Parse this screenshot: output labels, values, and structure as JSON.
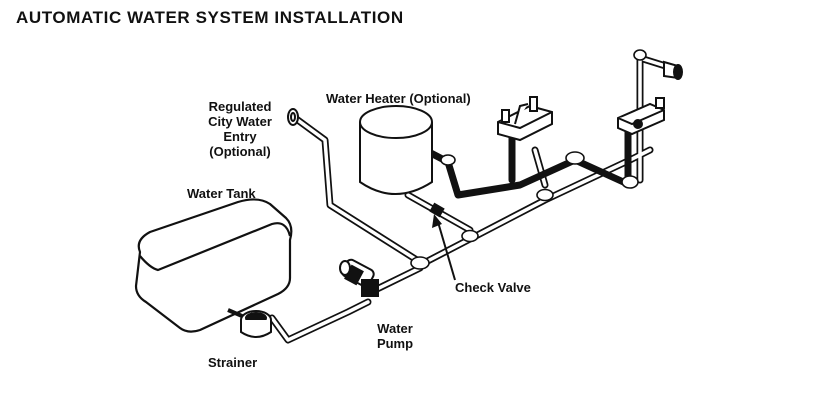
{
  "title": "AUTOMATIC WATER SYSTEM INSTALLATION",
  "labels": {
    "city_water": [
      "Regulated",
      "City Water",
      "Entry",
      "(Optional)"
    ],
    "water_heater": "Water Heater (Optional)",
    "water_tank": "Water Tank",
    "check_valve": "Check Valve",
    "water_pump": [
      "Water",
      "Pump"
    ],
    "strainer": "Strainer"
  },
  "colors": {
    "line": "#111111",
    "hot_pipe": "#111111",
    "cold_pipe_fill": "#ffffff",
    "background": "#ffffff"
  }
}
